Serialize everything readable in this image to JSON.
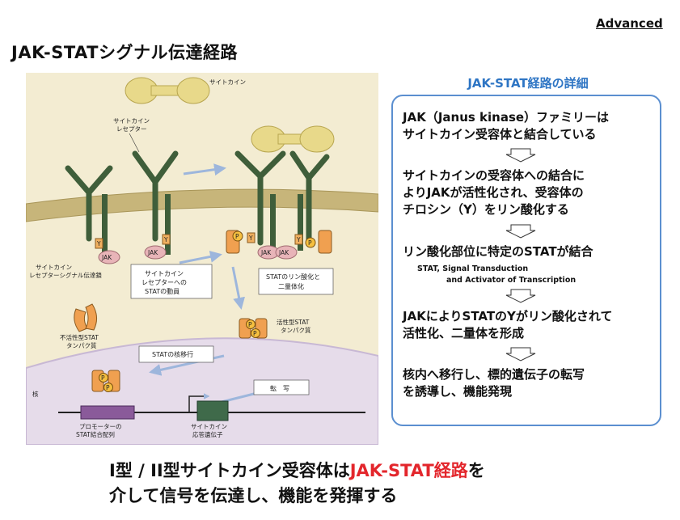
{
  "header": {
    "badge": "Advanced",
    "title": "JAK-STATシグナル伝達経路"
  },
  "figure": {
    "cytokine": "サイトカイン",
    "receptor_line1": "サイトカイン",
    "receptor_line2": "レセプター",
    "chain_line1": "サイトカイン",
    "chain_line2": "レセプターシグナル伝達鎖",
    "recruit_line1": "サイトカイン",
    "recruit_line2": "レセプターへの",
    "recruit_line3": "STATの動員",
    "phospho_line1": "STATのリン酸化と",
    "phospho_line2": "二量体化",
    "inactive_line1": "不活性型STAT",
    "inactive_line2": "タンパク質",
    "active_line1": "活性型STAT",
    "active_line2": "タンパク質",
    "translocation": "STATの核移行",
    "nucleus": "核",
    "transcription": "転　写",
    "promoter_line1": "プロモーターの",
    "promoter_line2": "STAT結合配列",
    "gene_line1": "サイトカイン",
    "gene_line2": "応答遺伝子",
    "jak": "JAK",
    "y": "Y",
    "p": "P"
  },
  "detail": {
    "title": "JAK-STAT経路の詳細",
    "step1_line1": "JAK（Janus kinase）ファミリーは",
    "step1_line2": "サイトカイン受容体と結合している",
    "step2_line1": "サイトカインの受容体への結合に",
    "step2_line2": "よりJAKが活性化され、受容体の",
    "step2_line3": "チロシン（Y）をリン酸化する",
    "step3_line1": "リン酸化部位に特定のSTATが結合",
    "step3_note1": "STAT, Signal Transduction",
    "step3_note2": "and Activator of Transcription",
    "step4_line1": "JAKによりSTATのYがリン酸化されて",
    "step4_line2": "活性化、二量体を形成",
    "step5_line1": "核内へ移行し、標的遺伝子の転写",
    "step5_line2": "を誘導し、機能発現"
  },
  "footer": {
    "line1_pre": "I型 / II型サイトカイン受容体は",
    "line1_red": "JAK-STAT経路",
    "line1_post": "を",
    "line2": "介して信号を伝達し、機能を発揮する"
  },
  "colors": {
    "accent_blue": "#2e75c4",
    "panel_border": "#5b8fd0",
    "highlight_red": "#e3262c",
    "figure_bg": "#f3ecd2",
    "receptor_green": "#3f5e3a",
    "cytokine_yellow": "#e8d98a",
    "jak_pink": "#e8b4b8",
    "stat_orange": "#f0a050"
  }
}
